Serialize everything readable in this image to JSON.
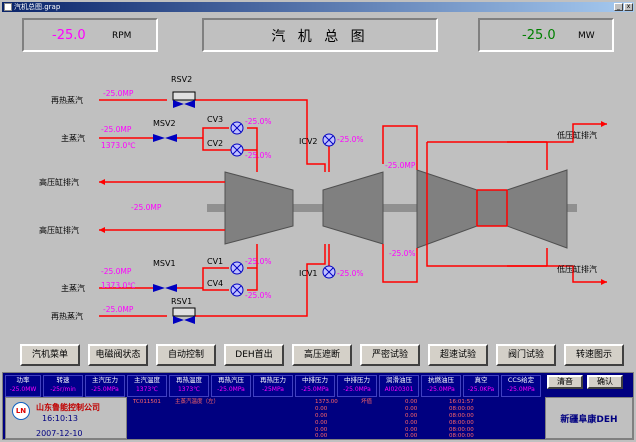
{
  "window": {
    "title": "汽机总图.grap"
  },
  "header": {
    "rpm_value": "-25.0",
    "rpm_unit": "RPM",
    "title": "汽 机 总 图",
    "mw_value": "-25.0",
    "mw_unit": "MW"
  },
  "diagram": {
    "left_labels": {
      "reheat_top": "再热蒸汽",
      "main_top": "主蒸汽",
      "hp_exhaust_1": "高压缸排汽",
      "hp_exhaust_2": "高压缸排汽",
      "main_bottom": "主蒸汽",
      "reheat_bottom": "再热蒸汽"
    },
    "right_labels": {
      "lp_exhaust_top": "低压缸排汽",
      "lp_exhaust_bottom": "低压缸排汽"
    },
    "valves": {
      "rsv2": "RSV2",
      "msv2": "MSV2",
      "cv3": "CV3",
      "cv2": "CV2",
      "icv2": "ICV2",
      "msv1": "MSV1",
      "cv1": "CV1",
      "cv4": "CV4",
      "icv1": "ICV1",
      "rsv1": "RSV1"
    },
    "values": {
      "reheat_top_p": "-25.0MP",
      "main_top_p": "-25.0MP",
      "main_top_t": "1373.0℃",
      "cv3_pct": "-25.0%",
      "cv2_pct": "-25.0%",
      "icv2_pct": "-25.0%",
      "hp_exhaust_p": "-25.0MP",
      "ip_exhaust_p": "-25.0MP",
      "crossover_pct": "-25.0%",
      "cv1_pct": "-25.0%",
      "cv4_pct": "-25.0%",
      "icv1_pct": "-25.0%",
      "main_bottom_p": "-25.0MP",
      "main_bottom_t": "1373.0℃",
      "reheat_bottom_p": "-25.0MP"
    }
  },
  "buttons": [
    {
      "label": "汽机菜单"
    },
    {
      "label": "电磁阀状态"
    },
    {
      "label": "自动控制"
    },
    {
      "label": "DEH首出"
    },
    {
      "label": "高压遮断"
    },
    {
      "label": "严密试验"
    },
    {
      "label": "超速试验"
    },
    {
      "label": "阀门试验"
    },
    {
      "label": "转速图示"
    }
  ],
  "status_bar": {
    "columns": [
      {
        "label": "功率",
        "value": "-25.0MW"
      },
      {
        "label": "转速",
        "value": "-25r/min"
      },
      {
        "label": "主汽压力",
        "value": "-25.0MPa"
      },
      {
        "label": "主汽温度",
        "value": "1373℃"
      },
      {
        "label": "再热温度",
        "value": "1373℃"
      },
      {
        "label": "再热汽压",
        "value": "-25.0MPa"
      },
      {
        "label": "再热压力",
        "value": "-25MPa"
      },
      {
        "label": "中排压力",
        "value": "-25.0MPa"
      },
      {
        "label": "中排压力",
        "value": "-25.0MPa"
      },
      {
        "label": "润滑油压",
        "value": "AI020301"
      },
      {
        "label": "抗燃油压",
        "value": "-25.0MPa"
      },
      {
        "label": "真空",
        "value": "-25.0KPa"
      },
      {
        "label": "CCS给定",
        "value": "-25.0MPa"
      }
    ],
    "ack_button": "清音",
    "confirm_button": "确认",
    "company": "山东鲁能控制公司",
    "logo": "LN",
    "time": "16:10:13",
    "date": "2007-12-10",
    "brand": "新疆阜康DEH",
    "alarm_rows": [
      {
        "tag": "TC011501",
        "desc": "主蒸汽温度（左）",
        "value": "1373.00",
        "state": "坏值",
        "v2": "0.00",
        "time": "16:01:57"
      },
      {
        "tag": "",
        "desc": "",
        "value": "0.00",
        "state": "",
        "v2": "0.00",
        "time": "08:00:00"
      },
      {
        "tag": "",
        "desc": "",
        "value": "0.00",
        "state": "",
        "v2": "0.00",
        "time": "08:00:00"
      },
      {
        "tag": "",
        "desc": "",
        "value": "0.00",
        "state": "",
        "v2": "0.00",
        "time": "08:00:00"
      },
      {
        "tag": "",
        "desc": "",
        "value": "0.00",
        "state": "",
        "v2": "0.00",
        "time": "08:00:00"
      },
      {
        "tag": "",
        "desc": "",
        "value": "0.00",
        "state": "",
        "v2": "0.00",
        "time": "08:00:00"
      }
    ]
  }
}
